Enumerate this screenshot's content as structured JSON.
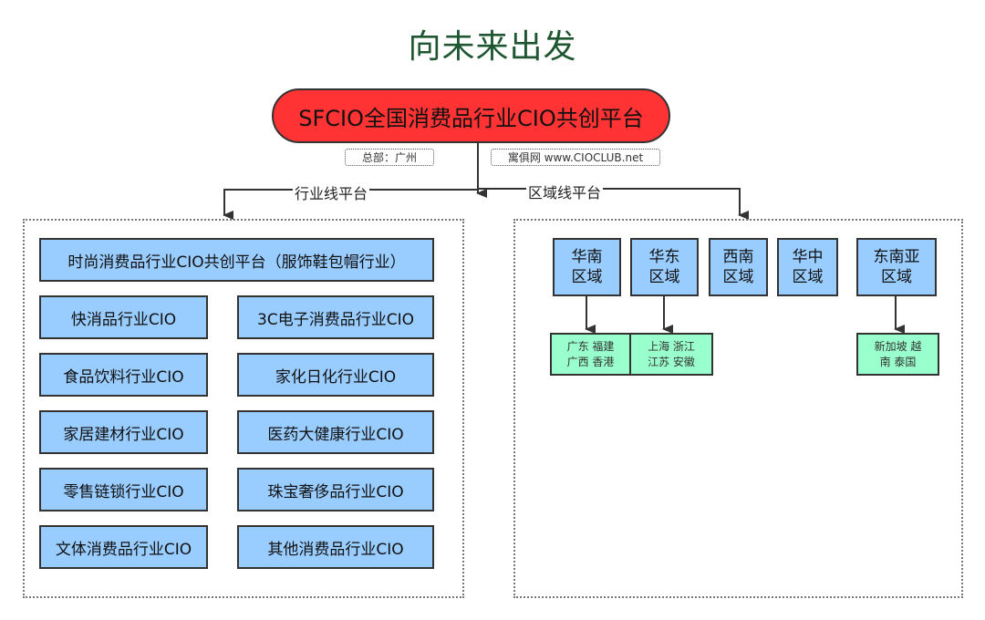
{
  "title": "向未来出发",
  "root": {
    "label": "SFCIO全国消费品行业CIO共创平台",
    "headquarters": "总部：广州",
    "website": "寓俱网 www.CIOCLUB.net"
  },
  "colors": {
    "title": "#1e5631",
    "root_fill": "#ff3333",
    "box_fill": "#99ccff",
    "sub_fill": "#99ffcc",
    "border": "#333333"
  },
  "industry": {
    "label": "行业线平台",
    "featured": "时尚消费品行业CIO共创平台（服饰鞋包帽行业）",
    "items": [
      "快消品行业CIO",
      "3C电子消费品行业CIO",
      "食品饮料行业CIO",
      "家化日化行业CIO",
      "家居建材行业CIO",
      "医药大健康行业CIO",
      "零售链锁行业CIO",
      "珠宝奢侈品行业CIO",
      "文体消费品行业CIO",
      "其他消费品行业CIO"
    ]
  },
  "region": {
    "label": "区域线平台",
    "items": [
      {
        "line1": "华南",
        "line2": "区域",
        "sub1": "广东 福建",
        "sub2": "广西 香港"
      },
      {
        "line1": "华东",
        "line2": "区域",
        "sub1": "上海 浙江",
        "sub2": "江苏 安徽"
      },
      {
        "line1": "西南",
        "line2": "区域"
      },
      {
        "line1": "华中",
        "line2": "区域"
      },
      {
        "line1": "东南亚",
        "line2": "区域",
        "sub1": "新加坡 越",
        "sub2": "南 泰国"
      }
    ]
  }
}
